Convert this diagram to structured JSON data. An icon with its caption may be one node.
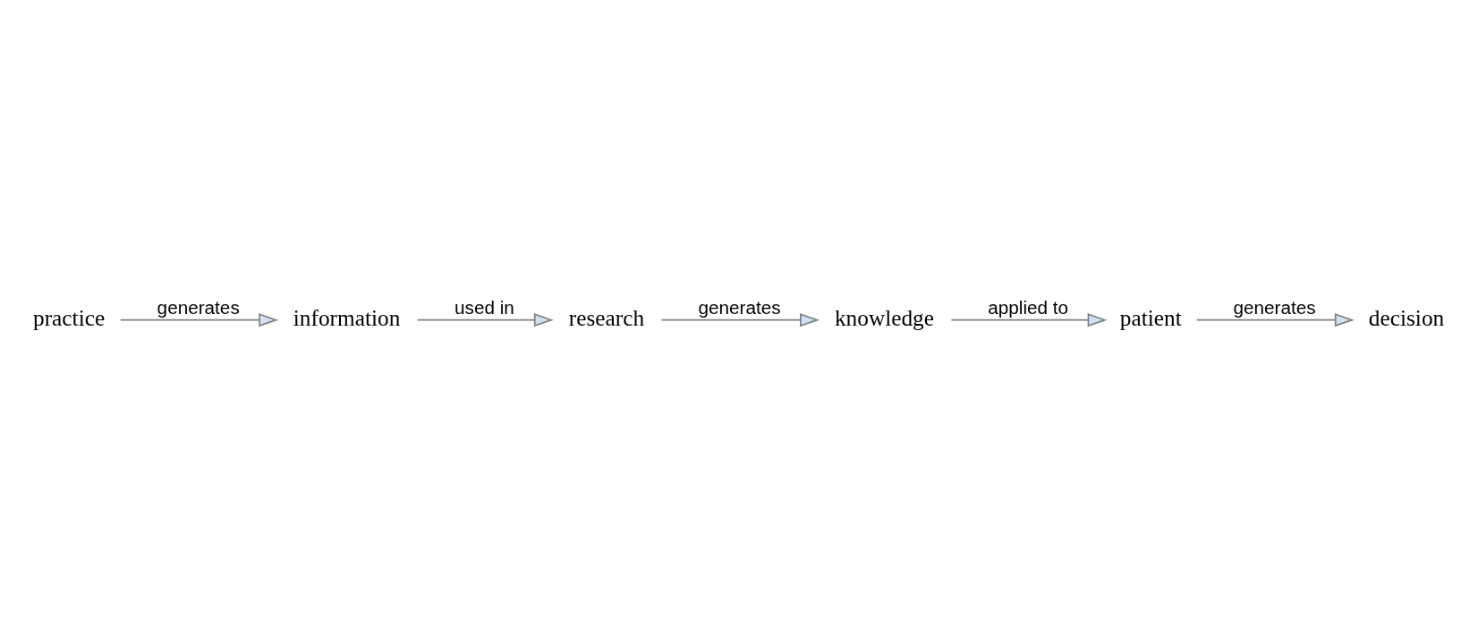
{
  "diagram": {
    "nodes": [
      {
        "text": [
          "practice"
        ]
      },
      {
        "text": [
          "information"
        ]
      },
      {
        "text": [
          "research"
        ]
      },
      {
        "text": [
          "knowledge"
        ]
      },
      {
        "text": [
          "patient"
        ]
      },
      {
        "text": [
          "decision"
        ]
      }
    ],
    "edges": [
      {
        "from": 0,
        "to": 1,
        "arrow": "to",
        "label": "generates"
      },
      {
        "from": 1,
        "to": 2,
        "arrow": "to",
        "label": "used in"
      },
      {
        "from": 2,
        "to": 3,
        "arrow": "to",
        "label": "generates"
      },
      {
        "from": 3,
        "to": 4,
        "arrow": "to",
        "label": "applied to"
      },
      {
        "from": 4,
        "to": 5,
        "arrow": "to",
        "label": "generates"
      }
    ]
  }
}
